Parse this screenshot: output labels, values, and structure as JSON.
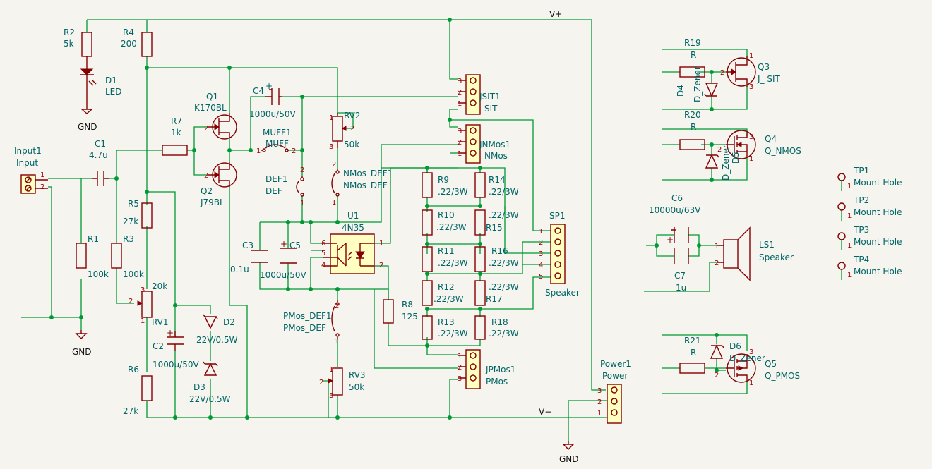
{
  "nets": {
    "vplus": "V+",
    "vminus": "V−",
    "gnd": "GND"
  },
  "parts": {
    "R2": {
      "ref": "R2",
      "val": "5k"
    },
    "R4": {
      "ref": "R4",
      "val": "200"
    },
    "D1": {
      "ref": "D1",
      "val": "LED"
    },
    "Q1": {
      "ref": "Q1",
      "val": "K170BL"
    },
    "Q2": {
      "ref": "Q2",
      "val": "J79BL"
    },
    "R7": {
      "ref": "R7",
      "val": "1k"
    },
    "C1": {
      "ref": "C1",
      "val": "4.7u"
    },
    "C4": {
      "ref": "C4",
      "val": "1000u/50V"
    },
    "MUFF1": {
      "ref": "MUFF1",
      "val": "MUFF"
    },
    "DEF1": {
      "ref": "DEF1",
      "val": "DEF"
    },
    "RV2": {
      "ref": "RV2",
      "val": "50k"
    },
    "NMos_DEF1": {
      "ref": "NMos_DEF1",
      "val": "NMos_DEF"
    },
    "Input1": {
      "ref": "Input1",
      "val": "Input"
    },
    "R1": {
      "ref": "R1",
      "val": "100k"
    },
    "R3": {
      "ref": "R3",
      "val": "100k"
    },
    "R5": {
      "ref": "R5",
      "val": "27k"
    },
    "RV1": {
      "ref": "RV1",
      "val": "20k"
    },
    "R6": {
      "ref": "R6",
      "val": "27k"
    },
    "C2": {
      "ref": "C2",
      "val": "1000u/50V"
    },
    "D2": {
      "ref": "D2",
      "val": "22V/0.5W"
    },
    "D3": {
      "ref": "D3",
      "val": "22V/0.5W"
    },
    "C3": {
      "ref": "C3",
      "val": "0.1u"
    },
    "C5": {
      "ref": "C5",
      "val": "1000u/50V"
    },
    "U1": {
      "ref": "U1",
      "val": "4N35"
    },
    "R8": {
      "ref": "R8",
      "val": "125"
    },
    "PMos_DEF1": {
      "ref": "PMos_DEF1",
      "val": "PMos_DEF"
    },
    "RV3": {
      "ref": "RV3",
      "val": "50k"
    },
    "JSIT1": {
      "ref": "JSIT1",
      "val": "SIT"
    },
    "JNMos1": {
      "ref": "JNMos1",
      "val": "NMos"
    },
    "JPMos1": {
      "ref": "JPMos1",
      "val": "PMos"
    },
    "R9": {
      "ref": "R9",
      "val": ".22/3W"
    },
    "R10": {
      "ref": "R10",
      "val": ".22/3W"
    },
    "R11": {
      "ref": "R11",
      "val": ".22/3W"
    },
    "R12": {
      "ref": "R12",
      "val": ".22/3W"
    },
    "R13": {
      "ref": "R13",
      "val": ".22/3W"
    },
    "R14": {
      "ref": "R14",
      "val": ".22/3W"
    },
    "R15": {
      "ref": "R15",
      "val": ".22/3W"
    },
    "R16": {
      "ref": "R16",
      "val": ".22/3W"
    },
    "R17": {
      "ref": "R17",
      "val": ".22/3W"
    },
    "R18": {
      "ref": "R18",
      "val": ".22/3W"
    },
    "SP1": {
      "ref": "SP1",
      "val": "Speaker"
    },
    "Power1": {
      "ref": "Power1",
      "val": "Power"
    },
    "R19": {
      "ref": "R19",
      "val": "R"
    },
    "D4": {
      "ref": "D4",
      "val": "D_Zener"
    },
    "Q3": {
      "ref": "Q3",
      "val": "J_ SIT"
    },
    "R20": {
      "ref": "R20",
      "val": "R"
    },
    "D5": {
      "ref": "D5",
      "val": "D_Zener"
    },
    "Q4": {
      "ref": "Q4",
      "val": "Q_NMOS"
    },
    "C6": {
      "ref": "C6",
      "val": "10000u/63V"
    },
    "C7": {
      "ref": "C7",
      "val": "1u"
    },
    "LS1": {
      "ref": "LS1",
      "val": "Speaker"
    },
    "R21": {
      "ref": "R21",
      "val": "R"
    },
    "D6": {
      "ref": "D6",
      "val": "D_Zener"
    },
    "Q5": {
      "ref": "Q5",
      "val": "Q_PMOS"
    },
    "TP1": {
      "ref": "TP1",
      "val": "Mount Hole"
    },
    "TP2": {
      "ref": "TP2",
      "val": "Mount Hole"
    },
    "TP3": {
      "ref": "TP3",
      "val": "Mount Hole"
    },
    "TP4": {
      "ref": "TP4",
      "val": "Mount Hole"
    }
  },
  "pins": [
    "1",
    "2",
    "3",
    "4",
    "5",
    "6"
  ]
}
